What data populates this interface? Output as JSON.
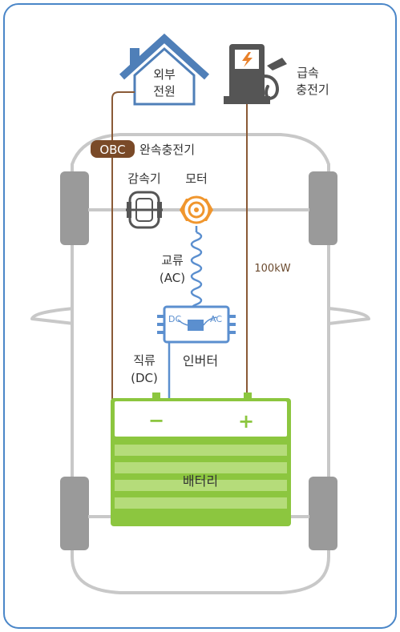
{
  "labels": {
    "external_power_line1": "외부",
    "external_power_line2": "전원",
    "fast_charger_line1": "급속",
    "fast_charger_line2": "충전기",
    "obc_badge": "OBC",
    "slow_charger": "완속충전기",
    "reducer": "감속기",
    "motor": "모터",
    "ac_line1": "교류",
    "ac_line2": "(AC)",
    "inverter": "인버터",
    "inverter_dc": "DC",
    "inverter_ac": "AC",
    "dc_line1": "직류",
    "dc_line2": "(DC)",
    "power_rating": "100kW",
    "battery": "배터리",
    "battery_minus": "−",
    "battery_plus": "+"
  },
  "colors": {
    "frame": "#4a86c8",
    "car_outline": "#c8c8c8",
    "house": "#4f7fb8",
    "charger_dark": "#555555",
    "charger_accent": "#e8802a",
    "brown_wire": "#8a5a36",
    "obc_badge": "#7a4a28",
    "battery_green": "#8cc63f",
    "battery_stripe": "#b5dc7a",
    "inverter_blue": "#5b8fcf",
    "motor_orange": "#f0962e"
  },
  "icons": {
    "house": "house-icon",
    "charger": "fast-charger-icon",
    "lightning": "lightning-icon",
    "reducer": "gear-reducer-icon",
    "motor": "motor-icon",
    "inverter": "inverter-chip-icon",
    "battery": "battery-icon"
  }
}
